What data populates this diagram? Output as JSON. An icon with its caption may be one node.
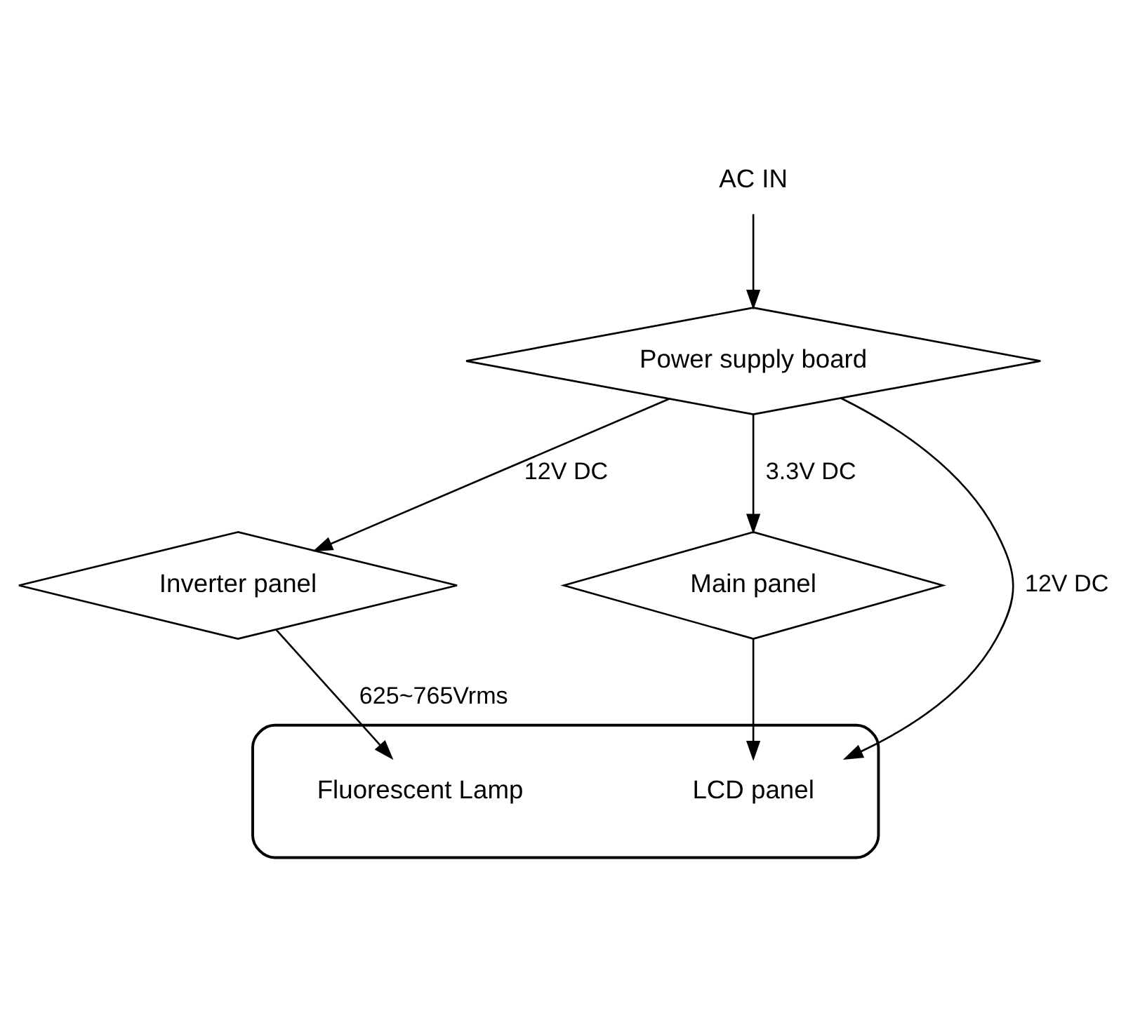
{
  "diagram": {
    "nodes": [
      {
        "text": [
          "AC IN"
        ]
      },
      {
        "text": [
          "Power supply board"
        ]
      },
      {
        "text": [
          "Inverter panel"
        ]
      },
      {
        "text": [
          "Main panel"
        ]
      },
      {
        "text": [],
        "shape": "box"
      },
      {
        "text": [
          "Fluorescent Lamp"
        ],
        "in": 4
      },
      {
        "text": [
          "LCD panel"
        ],
        "in": 4
      }
    ],
    "edges": [
      {
        "from": 0,
        "to": 1,
        "arrow": "to"
      },
      {
        "from": 1,
        "to": 2,
        "arrow": "to",
        "label": "12V DC"
      },
      {
        "from": 1,
        "to": 3,
        "arrow": "to",
        "label": "3.3V DC"
      },
      {
        "from": 2,
        "to": 5,
        "arrow": "to",
        "label": "625~765Vrms"
      },
      {
        "from": 3,
        "to": 6,
        "arrow": "to"
      },
      {
        "from": 1,
        "to": 6,
        "arrow": "to",
        "label": "12V DC"
      }
    ]
  }
}
